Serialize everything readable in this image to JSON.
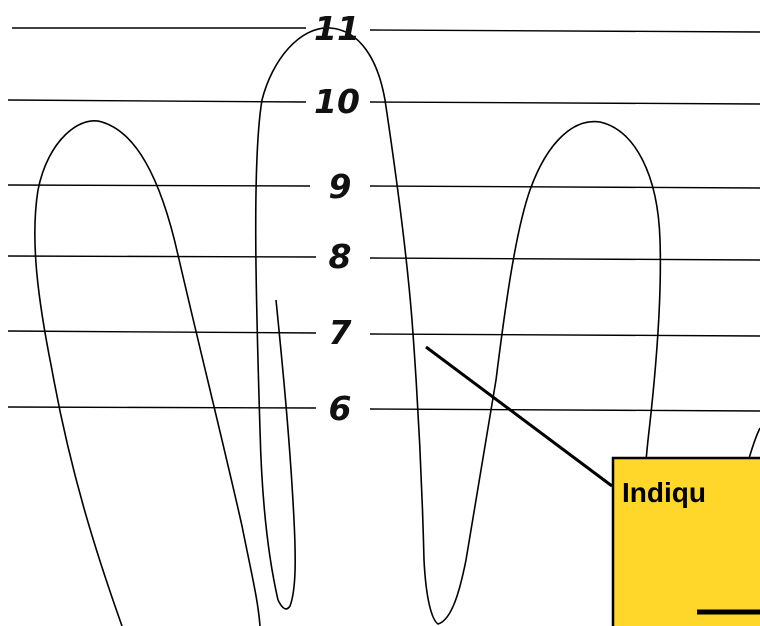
{
  "scale_labels": [
    "11",
    "10",
    "9",
    "8",
    "7",
    "6"
  ],
  "callout": {
    "text": "Indiqu",
    "background": "#FFD62A",
    "border": "#000000"
  }
}
